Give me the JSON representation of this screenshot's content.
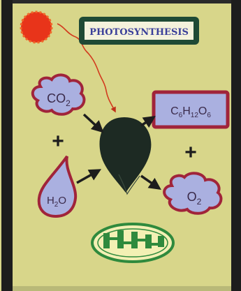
{
  "title": "PHOTOSYNTHESIS",
  "reactants": {
    "carbon_dioxide": {
      "base": "CO",
      "subscript": "2"
    },
    "water": {
      "base": "H",
      "subscript": "2",
      "tail": "O"
    }
  },
  "products": {
    "glucose": {
      "c": "C",
      "c_sub": "6",
      "h": "H",
      "h_sub": "12",
      "o": "O",
      "o_sub": "6"
    },
    "oxygen": {
      "base": "O",
      "subscript": "2"
    }
  },
  "plus_signs": {
    "left": "+",
    "right": "+"
  },
  "colors": {
    "paper": "#d8d68a",
    "border": "#1d1d1d",
    "sun": "#e8341a",
    "sun_ray": "#d23a1e",
    "bubble_fill": "#aab0e0",
    "bubble_stroke": "#a0243a",
    "leaf": "#1d2a23",
    "chloroplast_fill": "#f3f0b4",
    "chloroplast_stroke": "#2f8a3d",
    "title_frame": "#1f4a35",
    "title_fill": "#f4f2dc",
    "title_text": "#3a3f9a"
  },
  "icons": {
    "sun": "sun-icon",
    "leaf": "leaf-icon",
    "chloroplast": "chloroplast-icon"
  }
}
